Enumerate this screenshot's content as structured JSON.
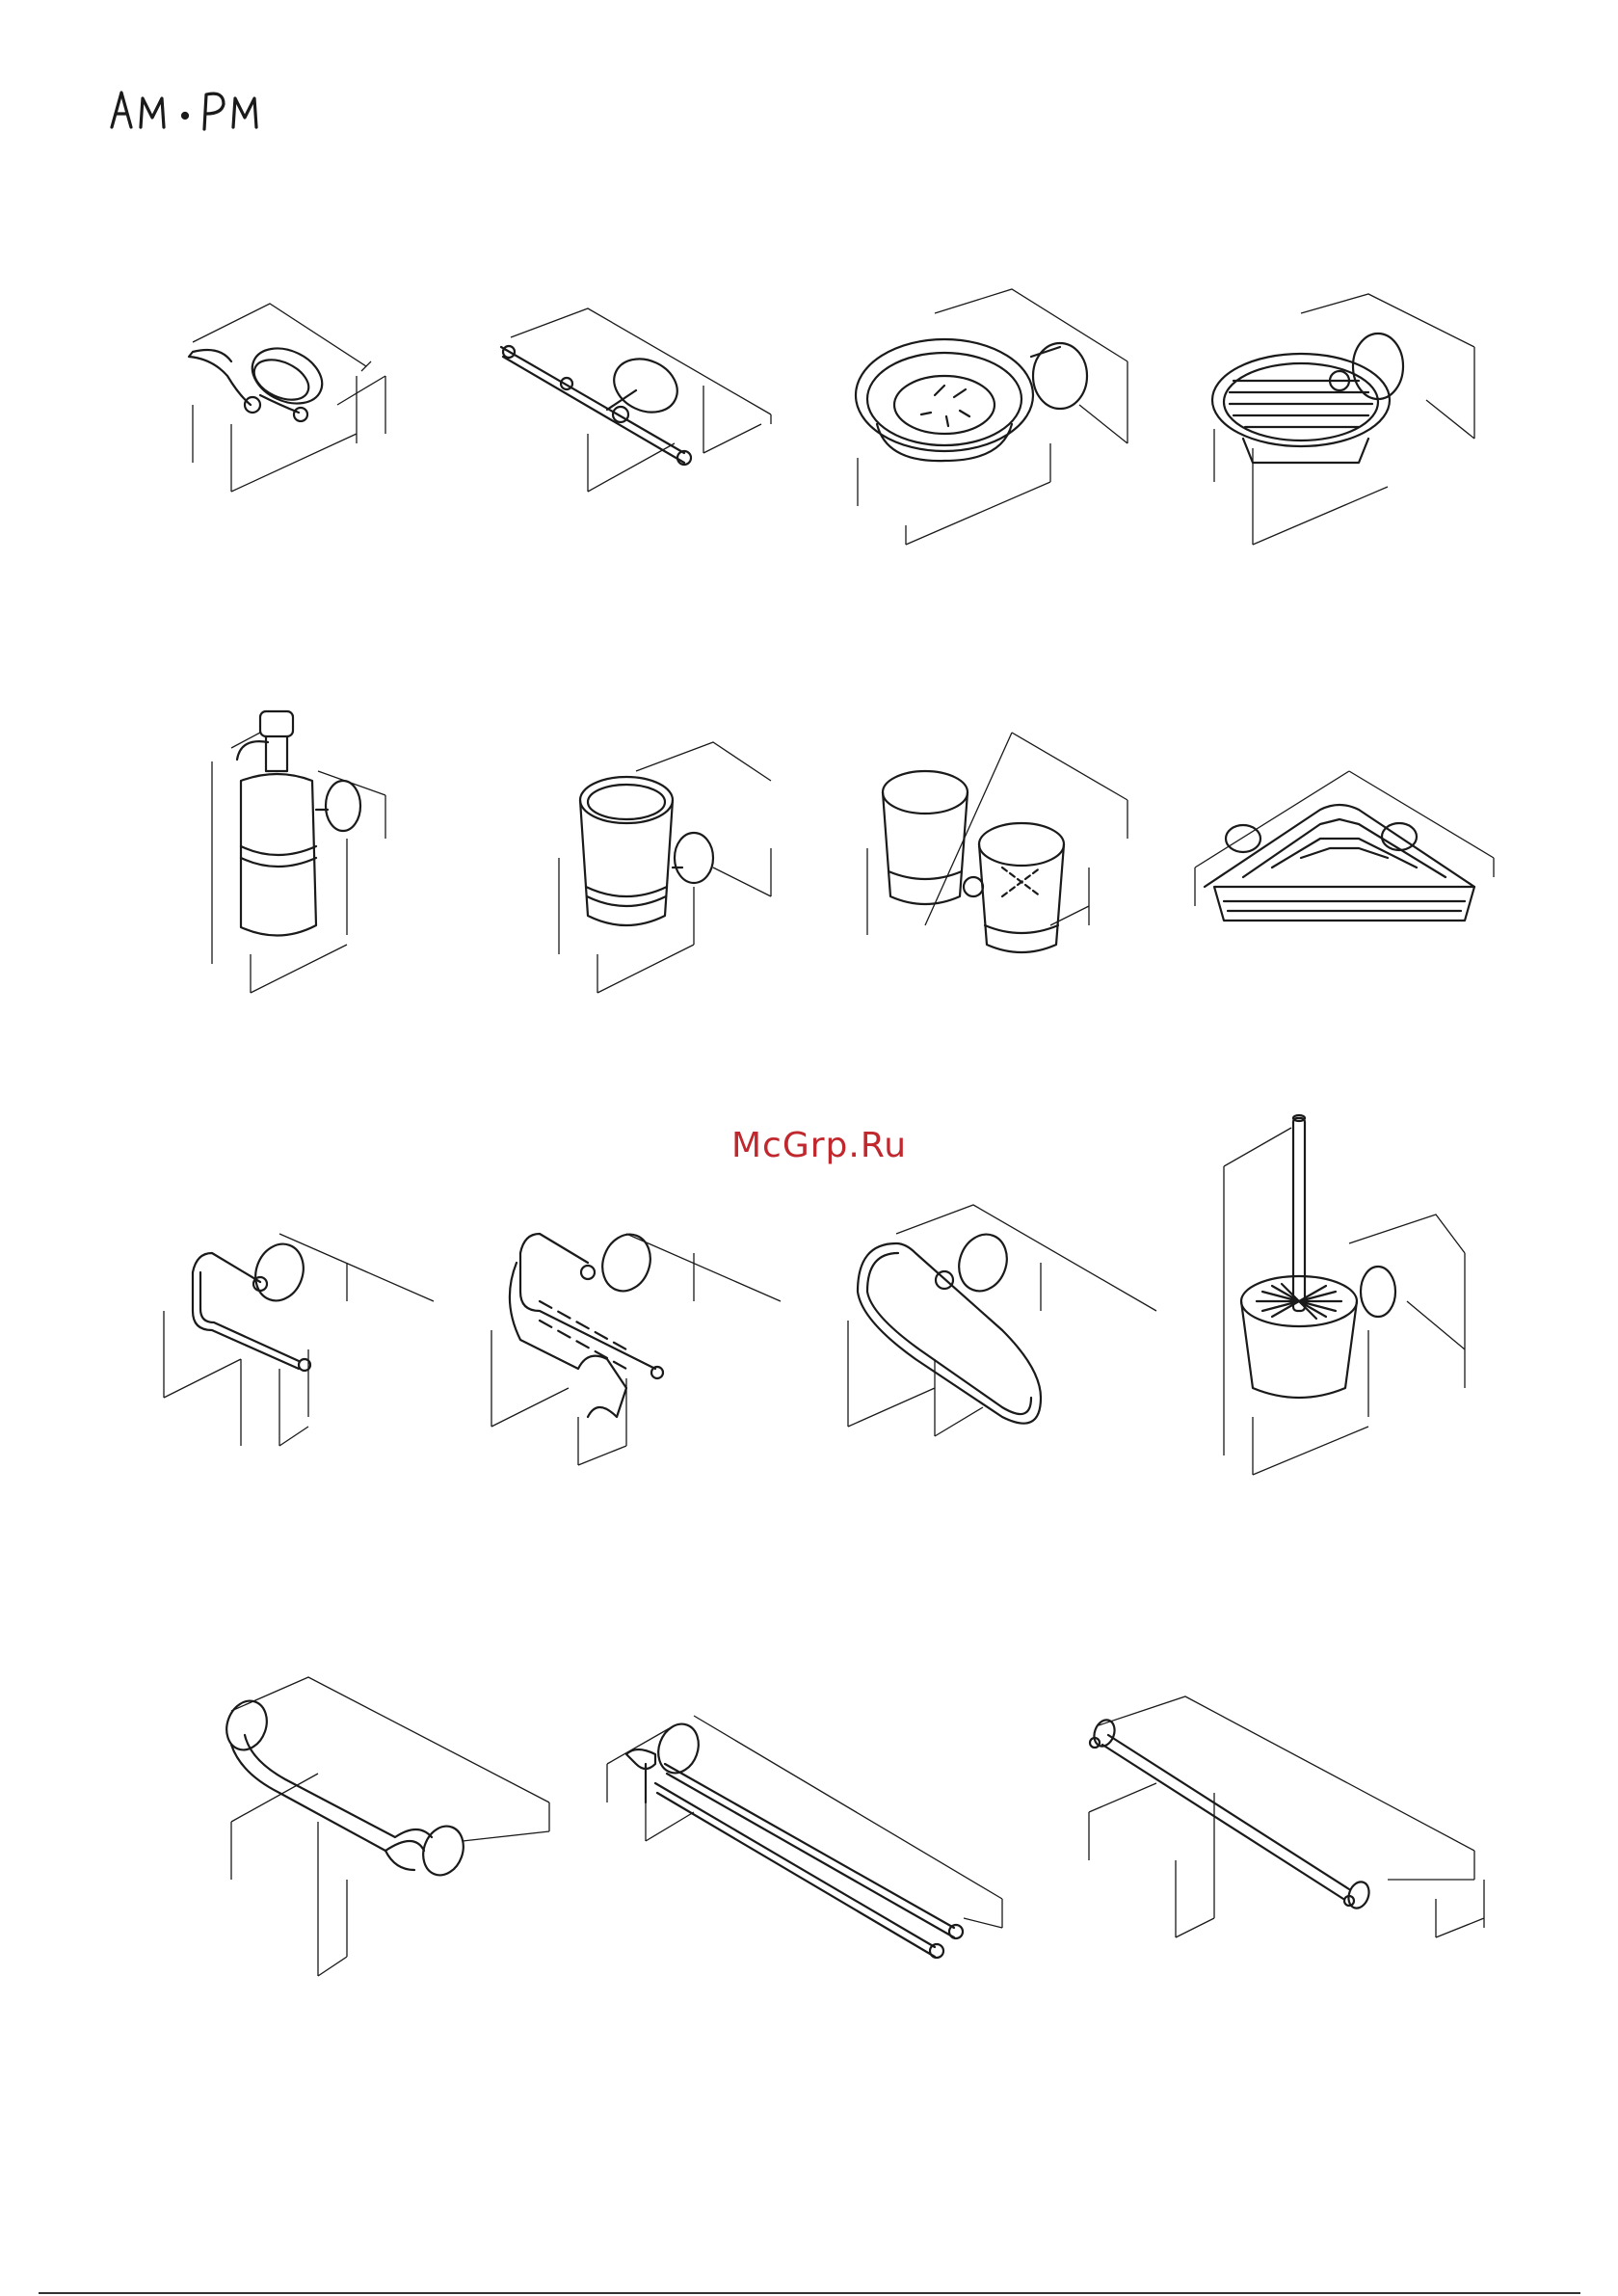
{
  "brand": {
    "logo_text": "AM·PM"
  },
  "watermark": {
    "text": "McGrp.Ru",
    "color": "#c0282d"
  },
  "products": [
    {
      "row": 1,
      "col": 1,
      "icon": "double-robe-hook-icon"
    },
    {
      "row": 1,
      "col": 2,
      "icon": "triple-hook-rail-icon"
    },
    {
      "row": 1,
      "col": 3,
      "icon": "soap-dish-glass-icon"
    },
    {
      "row": 1,
      "col": 4,
      "icon": "soap-basket-wire-icon"
    },
    {
      "row": 2,
      "col": 1,
      "icon": "soap-dispenser-icon"
    },
    {
      "row": 2,
      "col": 2,
      "icon": "single-tumbler-holder-icon"
    },
    {
      "row": 2,
      "col": 3,
      "icon": "double-tumbler-holder-icon"
    },
    {
      "row": 2,
      "col": 4,
      "icon": "corner-shower-basket-icon"
    },
    {
      "row": 3,
      "col": 1,
      "icon": "toilet-paper-holder-open-icon"
    },
    {
      "row": 3,
      "col": 2,
      "icon": "toilet-paper-holder-cover-icon"
    },
    {
      "row": 3,
      "col": 3,
      "icon": "towel-ring-icon"
    },
    {
      "row": 3,
      "col": 4,
      "icon": "toilet-brush-holder-icon"
    },
    {
      "row": 4,
      "col": 1,
      "icon": "grab-bar-icon"
    },
    {
      "row": 4,
      "col": 2,
      "icon": "double-towel-bar-swivel-icon"
    },
    {
      "row": 4,
      "col": 3,
      "icon": "single-towel-bar-icon"
    }
  ]
}
